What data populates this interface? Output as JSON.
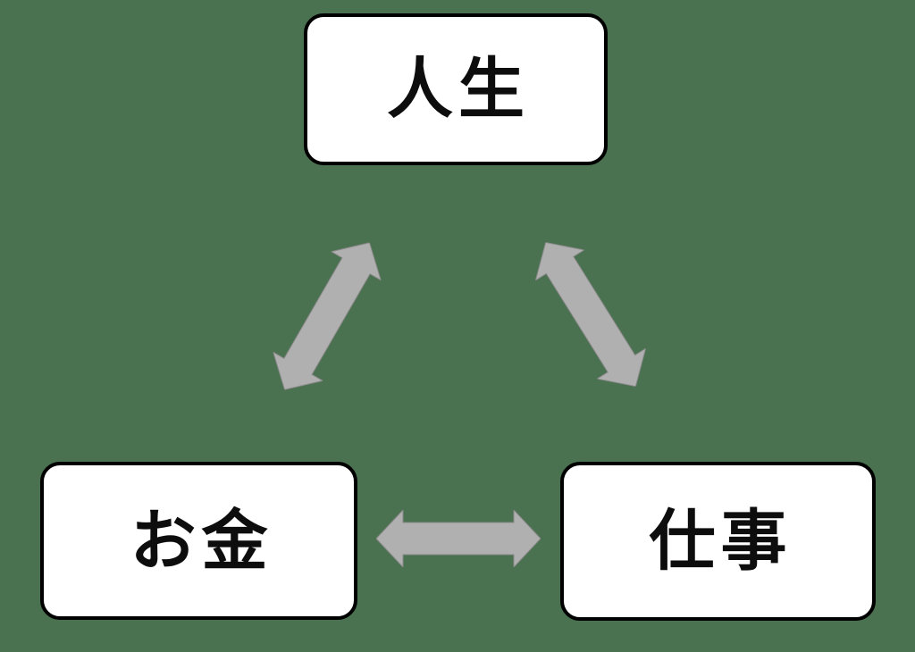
{
  "colors": {
    "background": "#4a7150",
    "node_fill": "#ffffff",
    "node_border": "#000000",
    "text": "#0d0d0d",
    "arrow_fill": "#b0b0b0",
    "arrow_edge": "#8a8a8a"
  },
  "diagram": {
    "type": "relationship-triangle",
    "nodes": [
      {
        "id": "life",
        "label": "人生"
      },
      {
        "id": "money",
        "label": "お金"
      },
      {
        "id": "work",
        "label": "仕事"
      }
    ],
    "edges": [
      {
        "from": "人生",
        "to": "お金",
        "direction": "bidirectional"
      },
      {
        "from": "人生",
        "to": "仕事",
        "direction": "bidirectional"
      },
      {
        "from": "お金",
        "to": "仕事",
        "direction": "bidirectional"
      }
    ]
  }
}
